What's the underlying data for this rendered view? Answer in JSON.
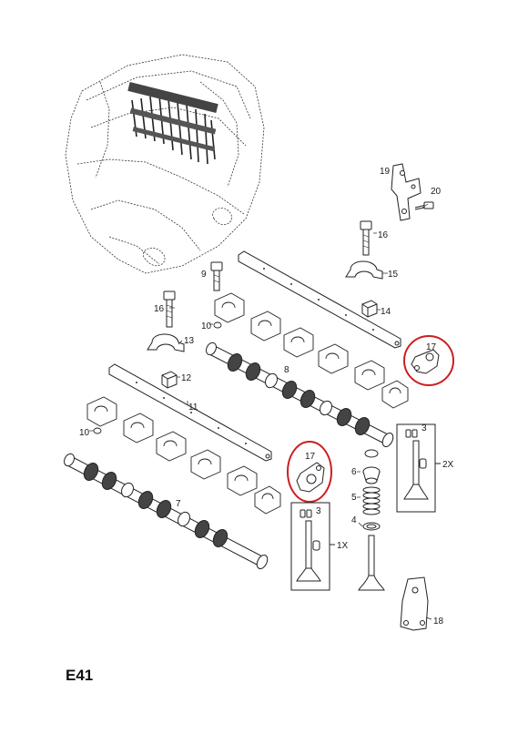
{
  "diagram": {
    "page_code": "E41",
    "labels": {
      "p19": "19",
      "p20": "20",
      "p16a": "16",
      "p15": "15",
      "p14": "14",
      "p9": "9",
      "p16b": "16",
      "p10a": "10",
      "p13": "13",
      "p17a": "17",
      "p8": "8",
      "p12": "12",
      "p11": "11",
      "p10b": "10",
      "p17b": "17",
      "p3a": "3",
      "p2x": "2X",
      "p6": "6",
      "p5": "5",
      "p4": "4",
      "p7": "7",
      "p3b": "3",
      "p1x": "1X",
      "p18": "18"
    },
    "highlight_color": "#cc1f1f"
  }
}
